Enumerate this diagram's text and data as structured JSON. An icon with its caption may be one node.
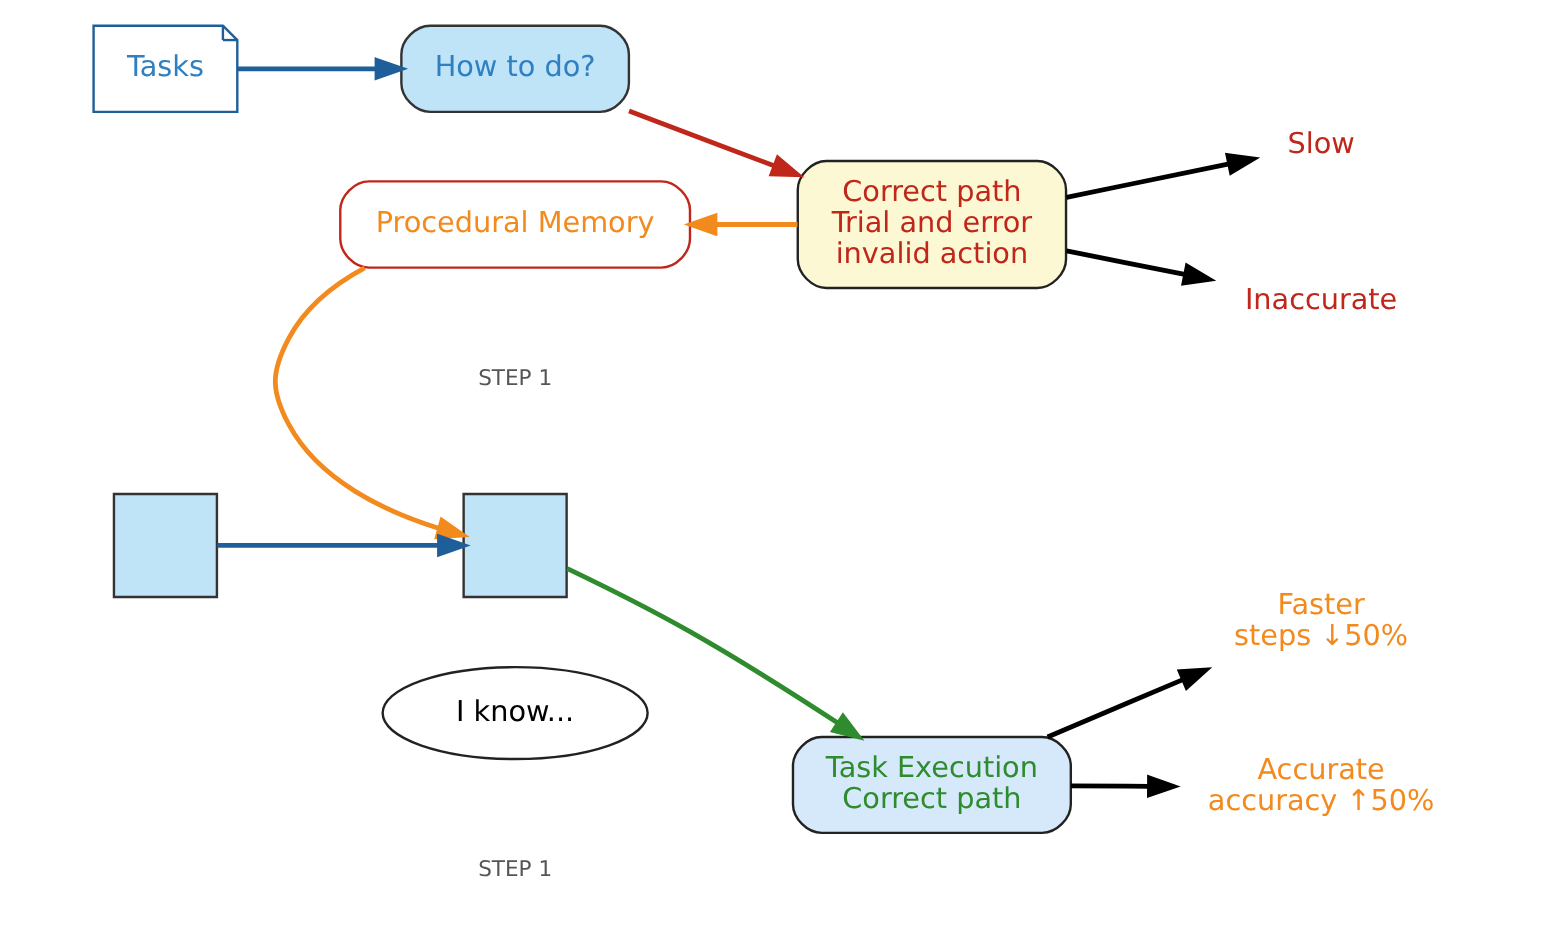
{
  "diagram": {
    "nodes": [
      {
        "text": [
          "Tasks"
        ]
      },
      {
        "text": [
          "How to do?"
        ]
      },
      {
        "text": [
          "Correct path",
          "Trial and error",
          "invalid action"
        ]
      },
      {
        "text": [
          "Slow"
        ]
      },
      {
        "text": [
          "Inaccurate"
        ]
      },
      {
        "text": [
          "Procedural Memory"
        ]
      },
      {
        "text": [],
        "shape": "box"
      },
      {
        "text": [],
        "shape": "box"
      },
      {
        "text": [
          "I know..."
        ]
      },
      {
        "text": [
          "Task Execution",
          "Correct path"
        ]
      },
      {
        "text": [
          "Faster",
          "steps ↓50%"
        ]
      },
      {
        "text": [
          "Accurate",
          "accuracy ↑50%"
        ]
      }
    ],
    "edges": [
      {
        "from": 0,
        "to": 1,
        "arrow": "to",
        "color": "#1f5f99"
      },
      {
        "from": 1,
        "to": 2,
        "arrow": "to",
        "color": "#c0271b"
      },
      {
        "from": 2,
        "to": 3,
        "arrow": "to"
      },
      {
        "from": 2,
        "to": 4,
        "arrow": "to"
      },
      {
        "from": 2,
        "to": 5,
        "arrow": "to",
        "color": "#f28a1e"
      },
      {
        "from": 5,
        "to": 7,
        "arrow": "to",
        "color": "#f28a1e"
      },
      {
        "from": 6,
        "to": 7,
        "arrow": "to",
        "color": "#1f5f99"
      },
      {
        "from": 7,
        "to": 9,
        "arrow": "to",
        "color": "#2e8b2e"
      },
      {
        "from": 9,
        "to": 10,
        "arrow": "to"
      },
      {
        "from": 9,
        "to": 11,
        "arrow": "to"
      }
    ],
    "labels": [
      "STEP 1",
      "STEP 1"
    ]
  }
}
